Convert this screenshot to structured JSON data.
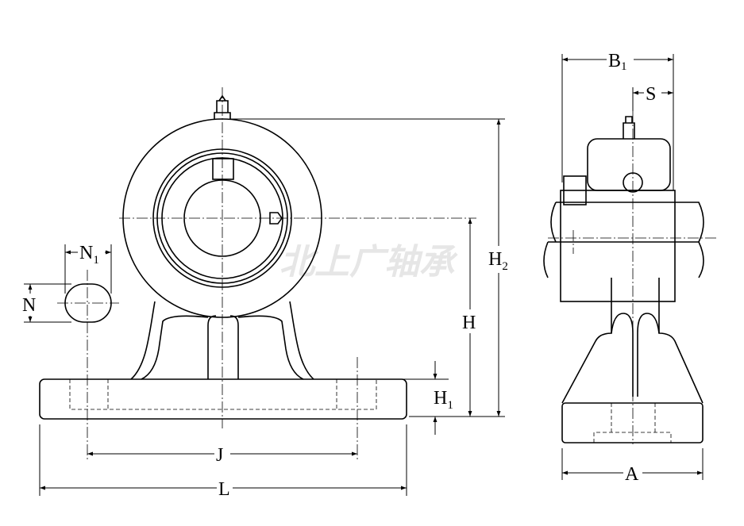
{
  "watermark": "北上广轴承",
  "dimensions": {
    "B1": {
      "base": "B",
      "sub": "1"
    },
    "S": "S",
    "H2": {
      "base": "H",
      "sub": "2"
    },
    "H": "H",
    "H1": {
      "base": "H",
      "sub": "1"
    },
    "N1": {
      "base": "N",
      "sub": "1"
    },
    "N": "N",
    "J": "J",
    "L": "L",
    "A": "A"
  }
}
